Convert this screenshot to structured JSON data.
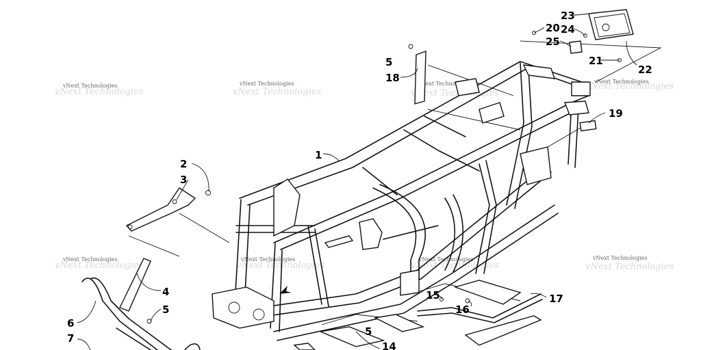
{
  "watermark": "vNext Technologies",
  "callouts": [
    {
      "id": "c1",
      "label": "1"
    },
    {
      "id": "c2",
      "label": "2"
    },
    {
      "id": "c3",
      "label": "3"
    },
    {
      "id": "c4",
      "label": "4"
    },
    {
      "id": "c5a",
      "label": "5"
    },
    {
      "id": "c5b",
      "label": "5"
    },
    {
      "id": "c5c",
      "label": "5"
    },
    {
      "id": "c6",
      "label": "6"
    },
    {
      "id": "c7",
      "label": "7"
    },
    {
      "id": "c14",
      "label": "14"
    },
    {
      "id": "c15",
      "label": "15"
    },
    {
      "id": "c16",
      "label": "16"
    },
    {
      "id": "c17",
      "label": "17"
    },
    {
      "id": "c18",
      "label": "18"
    },
    {
      "id": "c19",
      "label": "19"
    },
    {
      "id": "c20",
      "label": "20"
    },
    {
      "id": "c21",
      "label": "21"
    },
    {
      "id": "c22",
      "label": "22"
    },
    {
      "id": "c23",
      "label": "23"
    },
    {
      "id": "c24",
      "label": "24"
    },
    {
      "id": "c25",
      "label": "25"
    }
  ]
}
